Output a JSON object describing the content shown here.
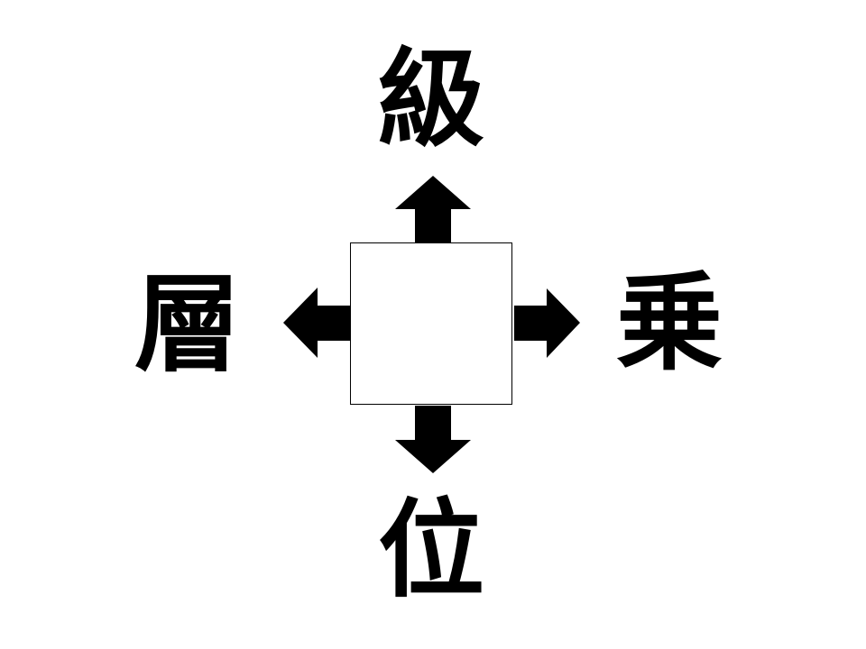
{
  "puzzle": {
    "top_char": "級",
    "left_char": "層",
    "right_char": "乗",
    "bottom_char": "位",
    "answer_box": ""
  },
  "colors": {
    "ink": "#000000",
    "background": "#ffffff"
  }
}
